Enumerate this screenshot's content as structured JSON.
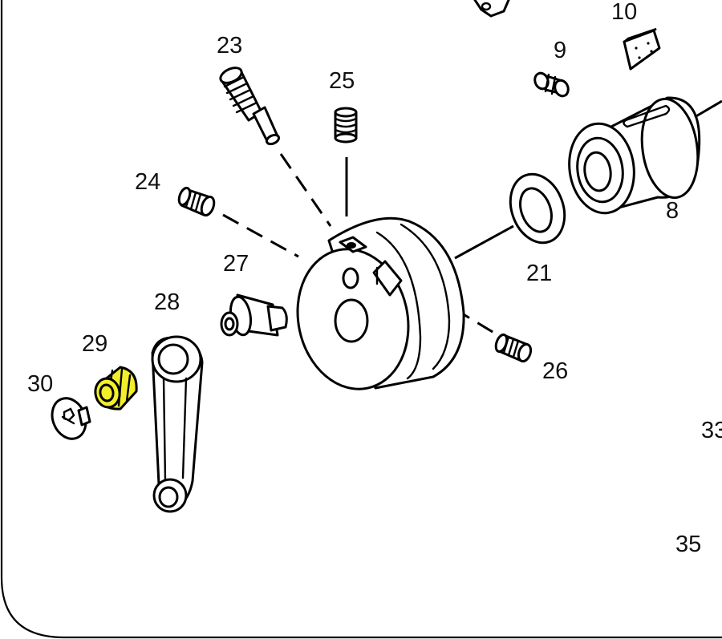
{
  "callouts": {
    "c8": "8",
    "c9": "9",
    "c10": "10",
    "c21": "21",
    "c23": "23",
    "c24": "24",
    "c25": "25",
    "c26": "26",
    "c27": "27",
    "c28": "28",
    "c29": "29",
    "c30": "30",
    "c33": "33",
    "c35": "35"
  },
  "highlight": {
    "part": "29",
    "color": "#f2ef2a"
  },
  "line_color": "#000000"
}
